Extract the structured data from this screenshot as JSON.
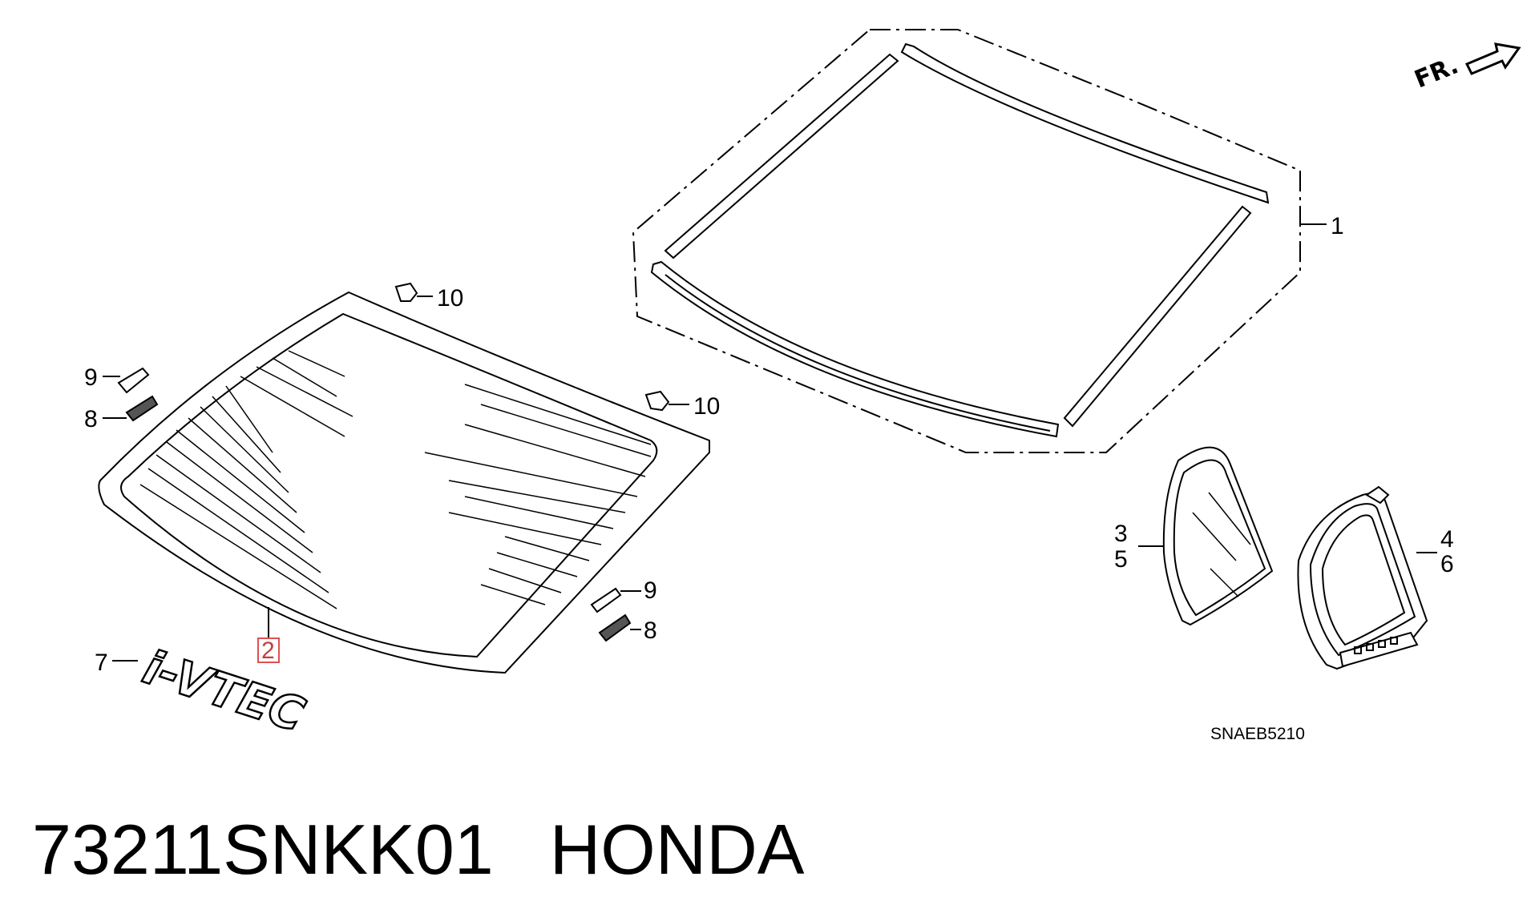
{
  "diagram": {
    "direction_label": "FR.",
    "diagram_code": "SNAEB5210",
    "callouts": {
      "p1": "1",
      "p2": "2",
      "p3": "3",
      "p4": "4",
      "p5": "5",
      "p6": "6",
      "p7": "7",
      "p8_left": "8",
      "p8_right": "8",
      "p9_left": "9",
      "p9_right": "9",
      "p10_top": "10",
      "p10_right": "10"
    },
    "emblem_text": "i-VTEC",
    "highlight_color": "#e05050"
  },
  "footer": {
    "part_number": "73211SNKK01",
    "brand": "HONDA"
  }
}
